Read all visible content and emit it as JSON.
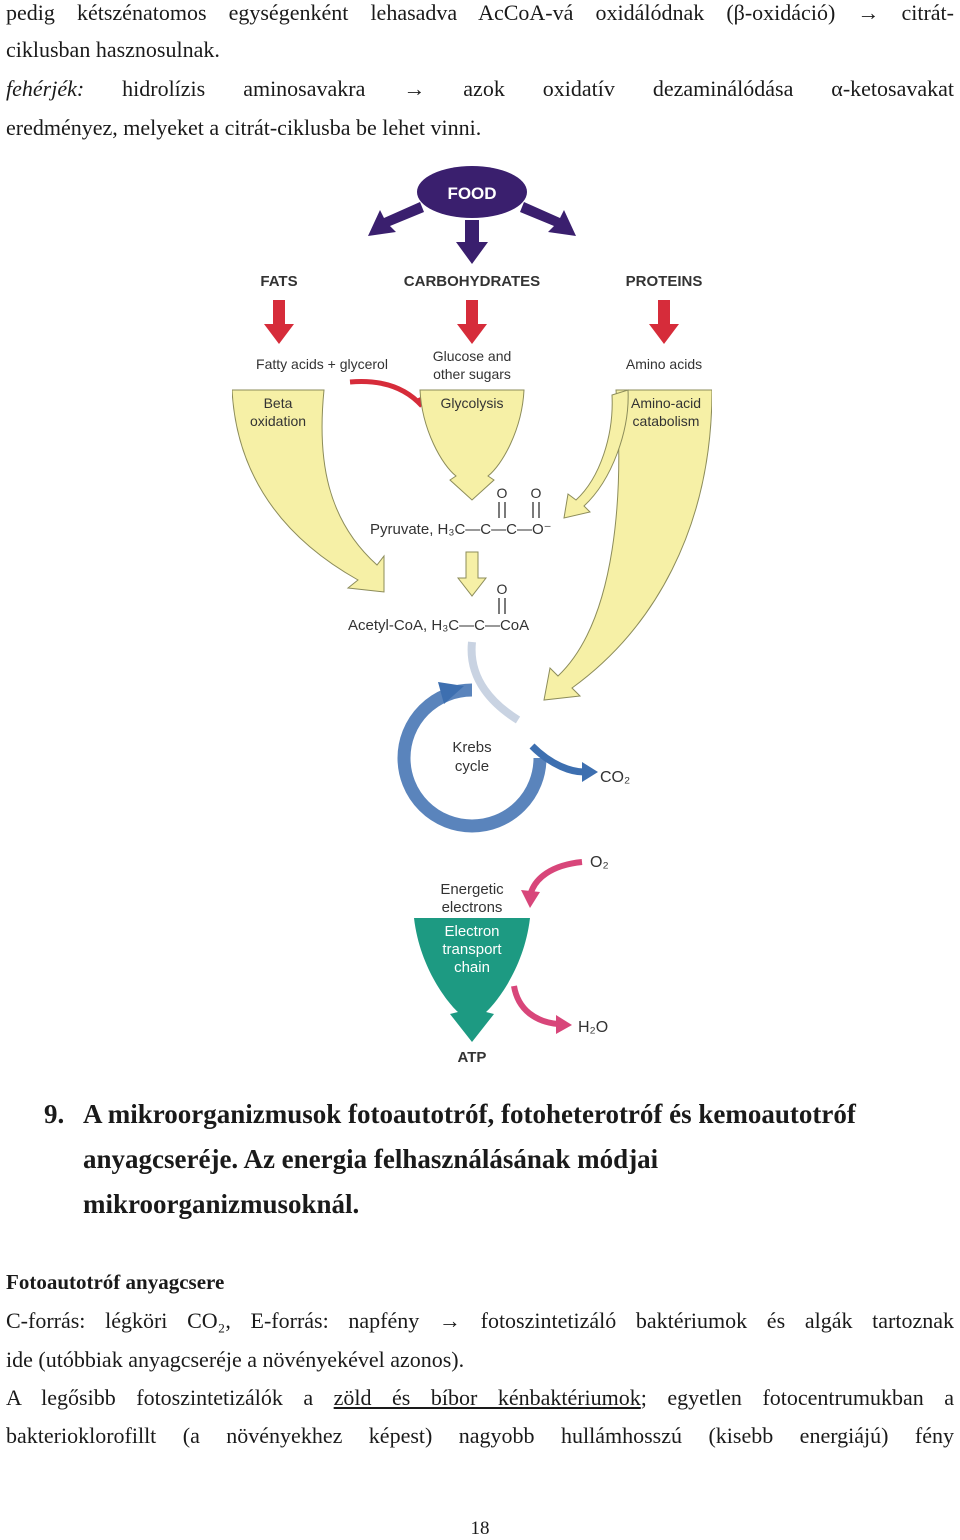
{
  "intro": {
    "line1": "pedig kétszénatomos egységenként lehasadva AcCoA-vá oxidálódnak (β-oxidáció) → citrát-",
    "line2": "ciklusban hasznosulnak.",
    "line3_term": "fehérjék:",
    "line3_rest": " hidrolízis aminosavakra → azok oxidatív dezaminálódása α-ketosavakat",
    "line4": "eredményez, melyeket a citrát-ciklusba be lehet vinni."
  },
  "figure": {
    "food": "FOOD",
    "fats": "FATS",
    "carbohydrates": "CARBOHYDRATES",
    "proteins": "PROTEINS",
    "fatty_acids": "Fatty acids + glycerol",
    "glucose_1": "Glucose and",
    "glucose_2": "other sugars",
    "amino_acids": "Amino acids",
    "beta_1": "Beta",
    "beta_2": "oxidation",
    "glycolysis": "Glycolysis",
    "amino_cat_1": "Amino-acid",
    "amino_cat_2": "catabolism",
    "pyruvate": "Pyruvate, H₃C—C—C—O⁻",
    "acetyl": "Acetyl-CoA, H₃C—C—CoA",
    "krebs_1": "Krebs",
    "krebs_2": "cycle",
    "co2": "CO₂",
    "o2": "O₂",
    "energetic_1": "Energetic",
    "energetic_2": "electrons",
    "etc_1": "Electron",
    "etc_2": "transport",
    "etc_3": "chain",
    "h2o": "H₂O",
    "atp": "ATP",
    "colors": {
      "food": "#3a1f6e",
      "red": "#d62c3a",
      "yellow": "#f6f0a6",
      "blue": "#3d6fb0",
      "teal": "#1d9a82",
      "pink": "#d8467a"
    }
  },
  "section": {
    "number": "9.",
    "title_line1": "A mikroorganizmusok fotoautotróf, fotoheterotróf és kemoautotróf",
    "title_line2": "anyagcseréje. Az energia felhasználásának módjai",
    "title_line3": "mikroorganizmusoknál."
  },
  "body": {
    "subheading": "Fotoautotróf anyagcsere",
    "p1_line1": "C-forrás: légköri CO₂, E-forrás: napfény → fotoszintetizáló baktériumok és algák tartoznak",
    "p1_line2": "ide (utóbbiak anyagcseréje a növényekével azonos).",
    "p2_line1_pre": "A legősibb fotoszintetizálók a ",
    "p2_line1_link": "zöld és bíbor kénbaktériumok",
    "p2_line1_post": "; egyetlen fotocentrumukban a",
    "p2_line2": "bakterioklorofillt (a növényekhez képest) nagyobb hullámhosszú (kisebb energiájú) fény"
  },
  "page_number": "18"
}
